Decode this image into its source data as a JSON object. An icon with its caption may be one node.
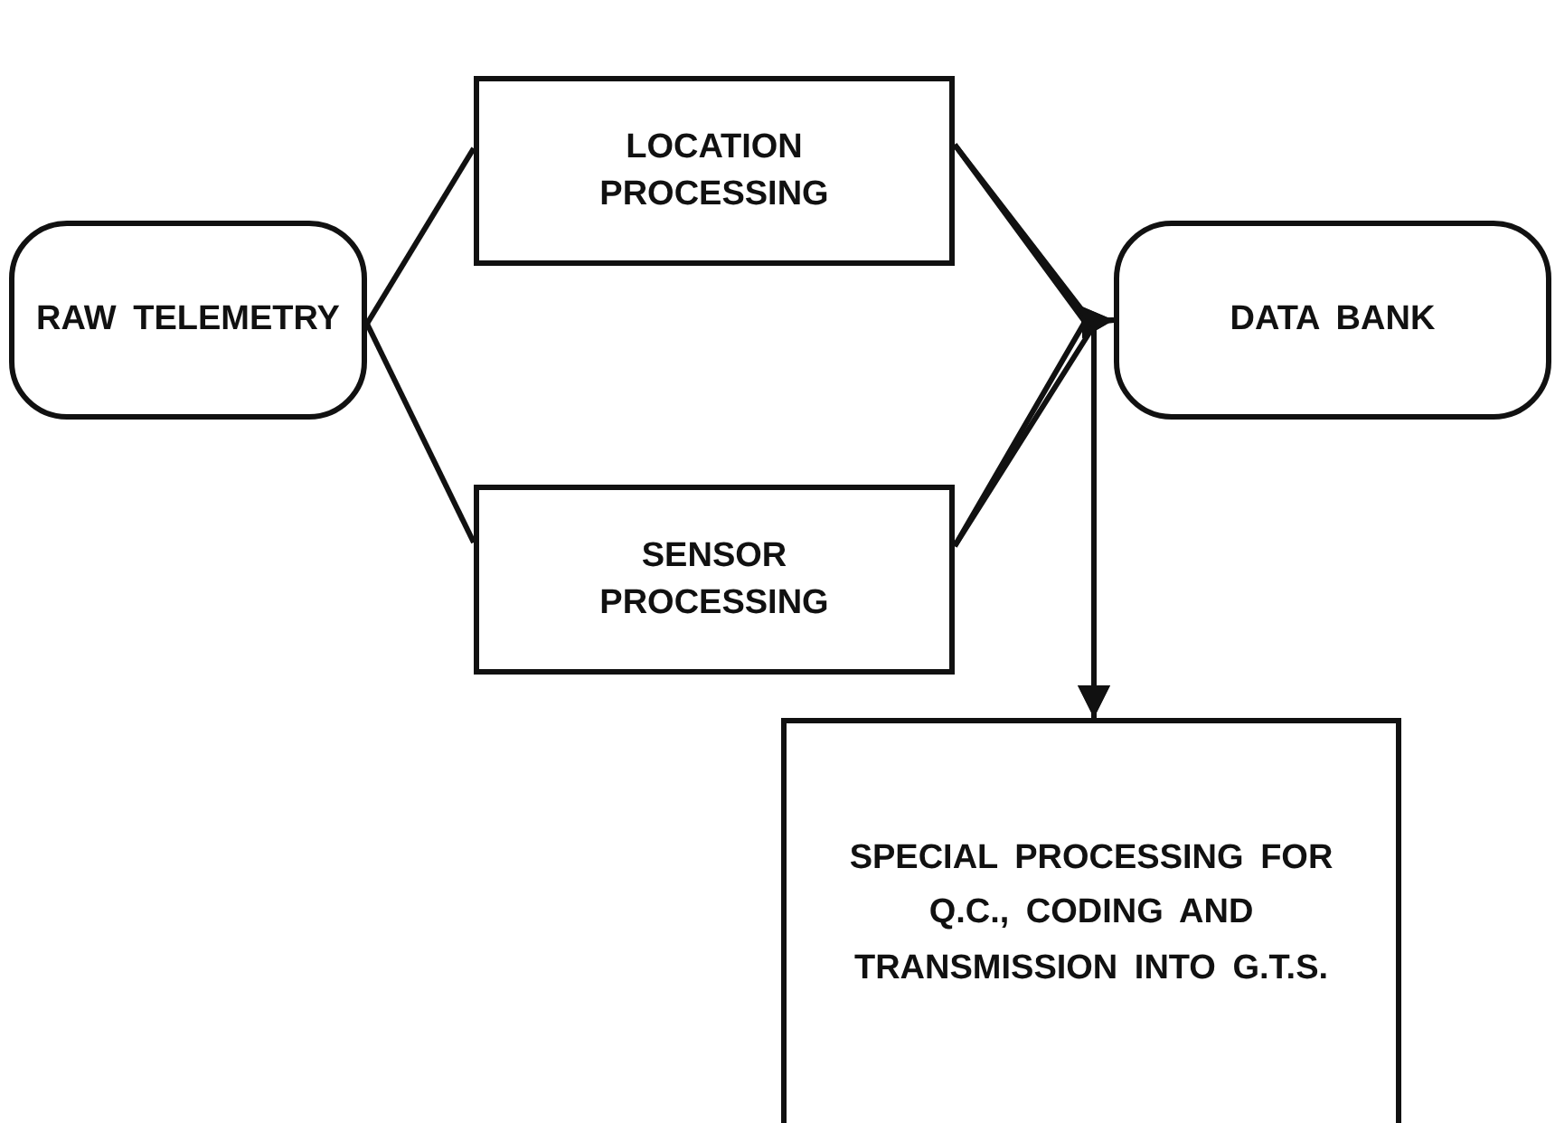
{
  "diagram": {
    "nodes": [
      {
        "text": [
          "RAW TELEMETRY"
        ]
      },
      {
        "text": [
          "LOCATION PROCESSING"
        ]
      },
      {
        "text": [
          "SENSOR PROCESSING"
        ]
      },
      {
        "text": [
          "DATA BANK"
        ]
      },
      {
        "text": [
          "SPECIAL PROCESSING FOR Q.C., CODING AND TRANSMISSION INTO G.T.S."
        ]
      }
    ],
    "edges": [
      {
        "from": 0,
        "to": 1,
        "arrow": "none"
      },
      {
        "from": 0,
        "to": 2,
        "arrow": "none"
      },
      {
        "from": 1,
        "to": 3,
        "arrow": "to"
      },
      {
        "from": 2,
        "to": 3,
        "arrow": "to"
      },
      {
        "from": 1,
        "to": 4,
        "arrow": "to"
      },
      {
        "from": 2,
        "to": 4,
        "arrow": "to"
      }
    ]
  }
}
